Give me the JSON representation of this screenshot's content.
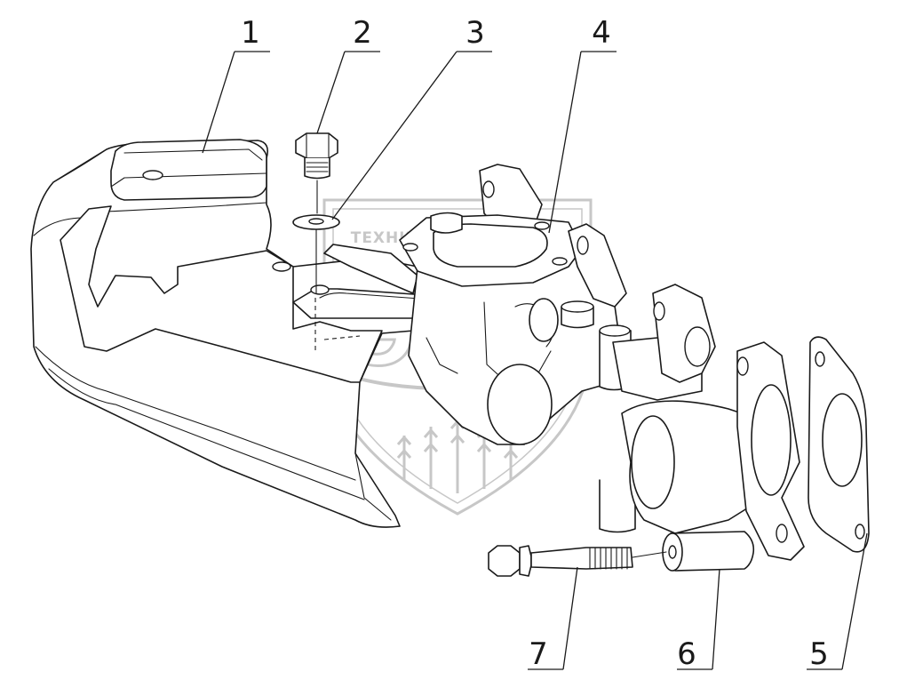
{
  "watermark": {
    "text": "ТЕХНИКА И ЗАПЧАСТИ",
    "logo_letters": "ЭТЗ",
    "color": "#9a9a9a"
  },
  "callouts": [
    {
      "label": "1"
    },
    {
      "label": "2"
    },
    {
      "label": "3"
    },
    {
      "label": "4"
    },
    {
      "label": "5"
    },
    {
      "label": "6"
    },
    {
      "label": "7"
    }
  ]
}
